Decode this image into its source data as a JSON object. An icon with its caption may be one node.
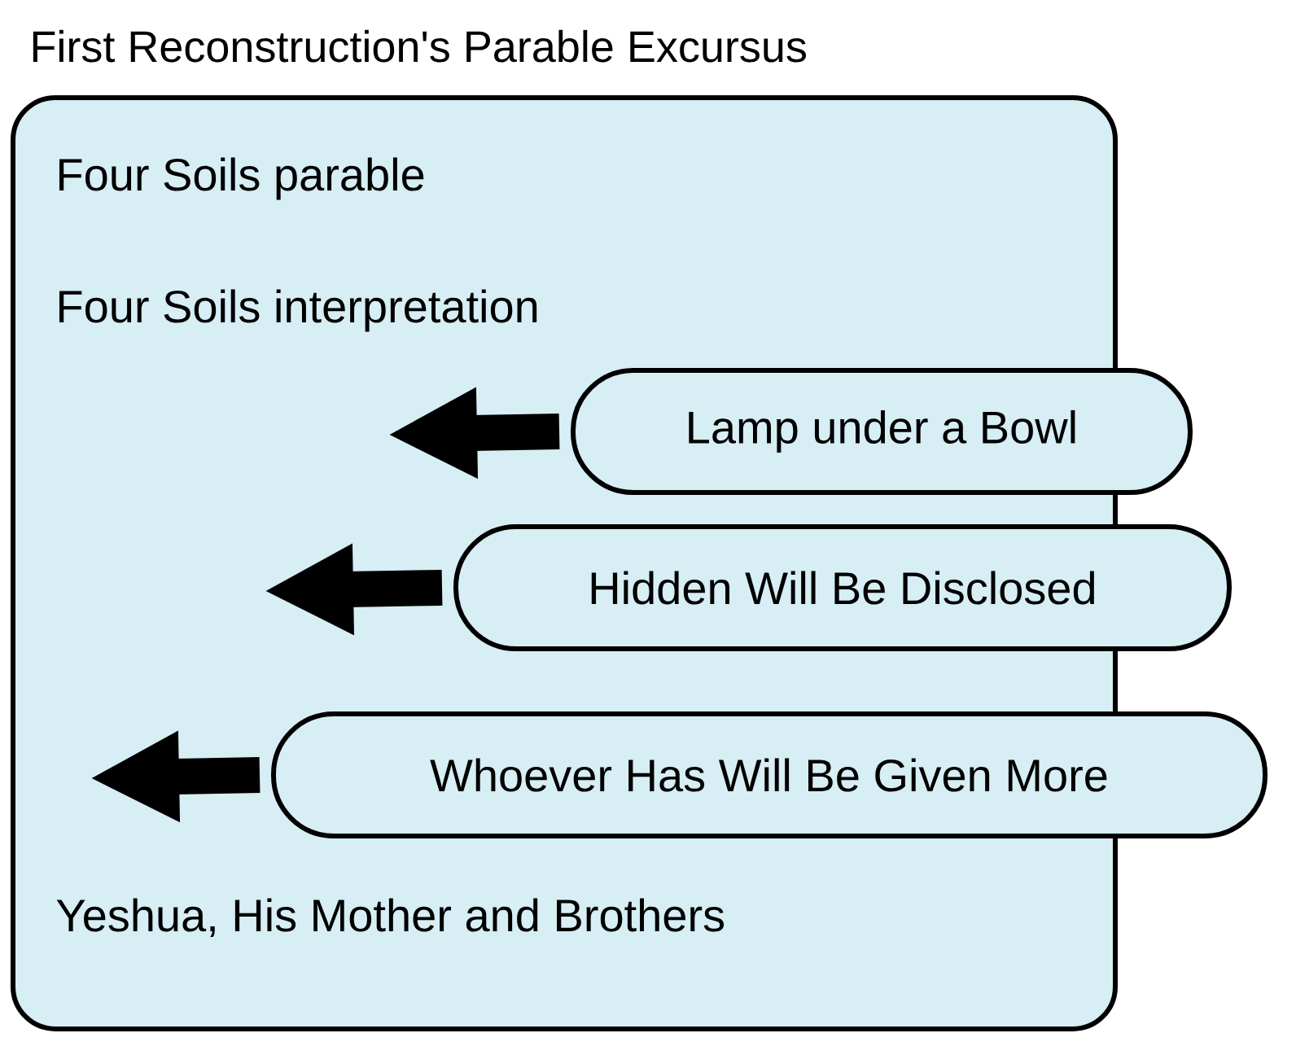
{
  "diagram": {
    "title": "First Reconstruction's Parable Excursus",
    "nodes": [
      {
        "text": [
          "Four Soils parable",
          "Four Soils interpretation",
          "Yeshua, His Mother and Brothers"
        ]
      },
      {
        "text": [
          "Lamp under a Bowl"
        ]
      },
      {
        "text": [
          "Hidden Will Be Disclosed"
        ]
      },
      {
        "text": [
          "Whoever Has Will Be Given More"
        ]
      }
    ],
    "edges": [
      {
        "from": 1,
        "to": 0,
        "arrow": "to"
      },
      {
        "from": 2,
        "to": 0,
        "arrow": "to"
      },
      {
        "from": 3,
        "to": 0,
        "arrow": "to"
      }
    ]
  }
}
